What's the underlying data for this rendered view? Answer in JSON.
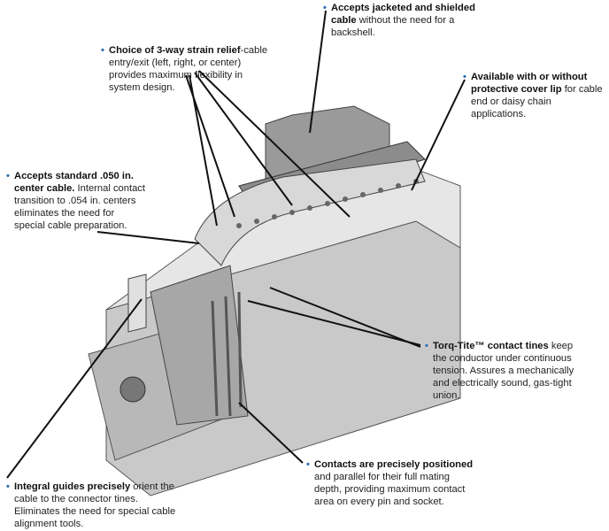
{
  "colors": {
    "bullet": "#2a6fb0",
    "leader": "#111111"
  },
  "callouts": {
    "jacketed": {
      "bold": "Accepts jacketed and shielded cable",
      "text": " without the need for a backshell."
    },
    "strain_relief": {
      "bold": "Choice of 3-way strain relief",
      "text": "-cable entry/exit (left, right, or center) provides maximum flexibility in system design."
    },
    "cover_lip": {
      "bold": "Available with or without protective cover lip",
      "text": " for cable end or daisy chain applications."
    },
    "standard_cable": {
      "bold": "Accepts standard .050 in. center cable.",
      "text": " Internal contact transition to .054 in. centers eliminates the need for special cable preparation."
    },
    "torq_tite": {
      "bold": "Torq-Tite™ contact tines",
      "text": " keep the conductor under continuous tension. Assures a mechanically and electrically sound, gas-tight union."
    },
    "contacts": {
      "bold": "Contacts are precisely positioned",
      "text": " and parallel for their full mating depth, providing maximum contact area on every pin and socket."
    },
    "guides": {
      "bold": "Integral guides precisely",
      "text": " orient the cable to the connector tines. Eliminates the need for special cable alignment tools."
    }
  }
}
